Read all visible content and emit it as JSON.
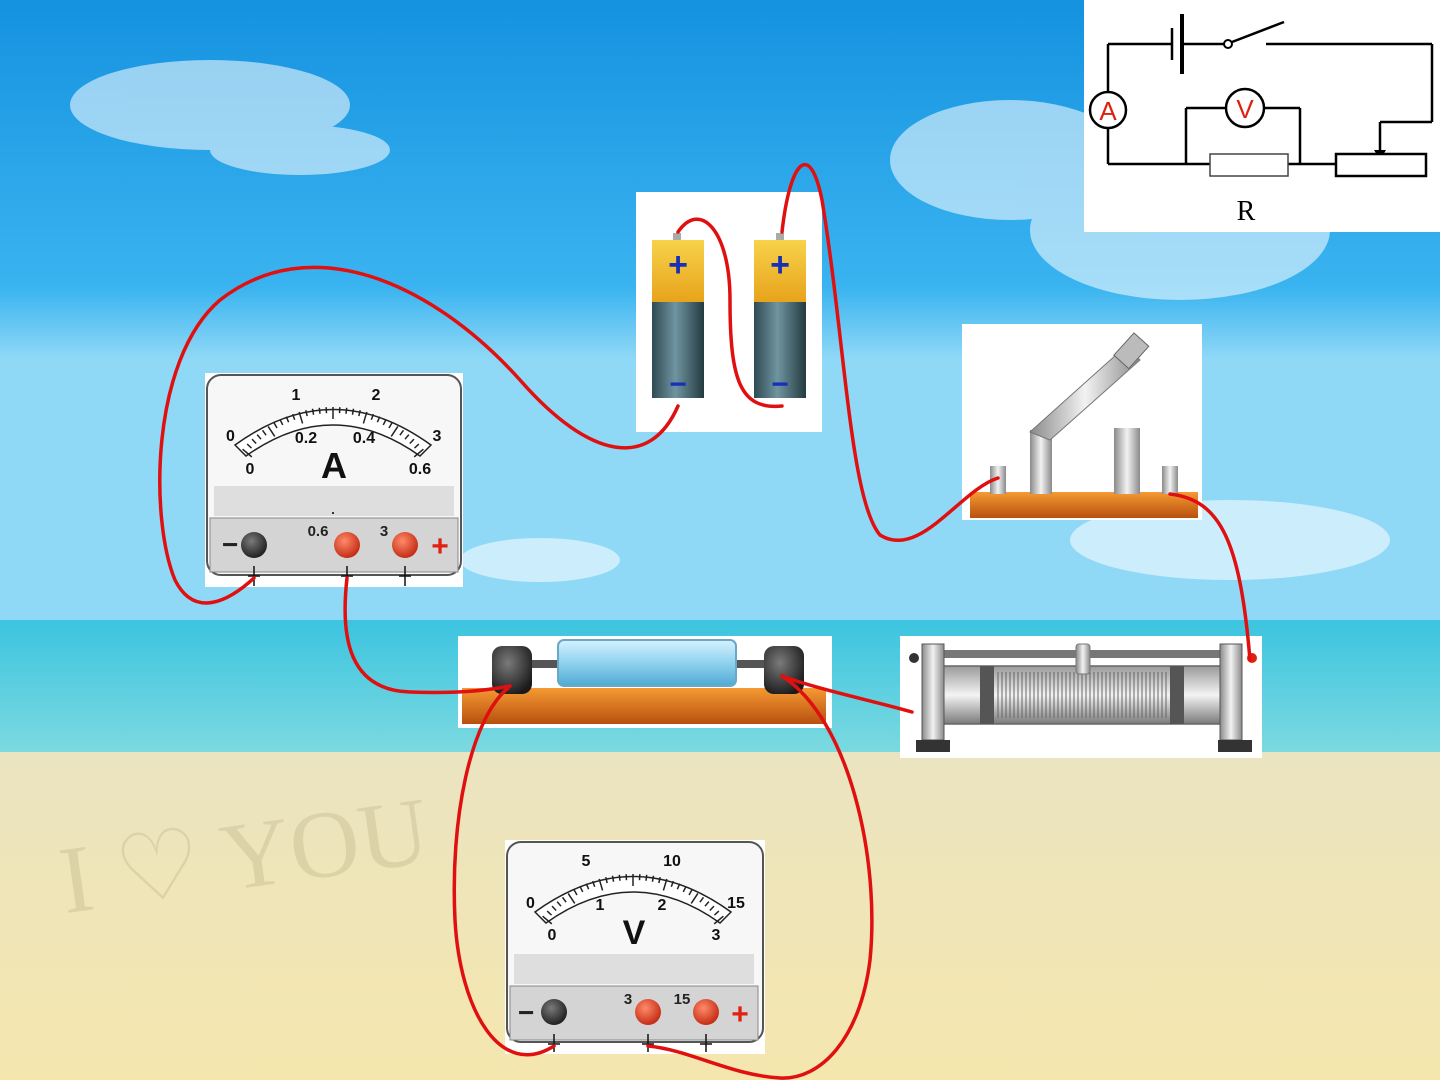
{
  "schematic": {
    "ammeter_symbol": "A",
    "voltmeter_symbol": "V",
    "resistor_label": "R"
  },
  "ammeter": {
    "unit": "A",
    "scale_upper": [
      "0",
      "1",
      "2",
      "3"
    ],
    "scale_lower": [
      "0",
      "0.2",
      "0.4",
      "0.6"
    ],
    "terminal_minus": "−",
    "terminal_mid": "0.6",
    "terminal_high": "3",
    "terminal_plus": "+"
  },
  "voltmeter": {
    "unit": "V",
    "scale_upper": [
      "0",
      "5",
      "10",
      "15"
    ],
    "scale_lower": [
      "0",
      "1",
      "2",
      "3"
    ],
    "terminal_minus": "−",
    "terminal_mid": "3",
    "terminal_high": "15",
    "terminal_plus": "+"
  },
  "batteries": [
    {
      "plus": "+",
      "minus": "−"
    },
    {
      "plus": "+",
      "minus": "−"
    }
  ],
  "colors": {
    "wire": "#e01010",
    "sky_top": "#1a9ee8",
    "sea": "#2cc6d6",
    "sand": "#f3e6b2",
    "terminal_red": "#e03a1a",
    "terminal_black": "#2a2a2a",
    "wood": "#e4761c"
  },
  "background_writing": "I ♡ YOU"
}
